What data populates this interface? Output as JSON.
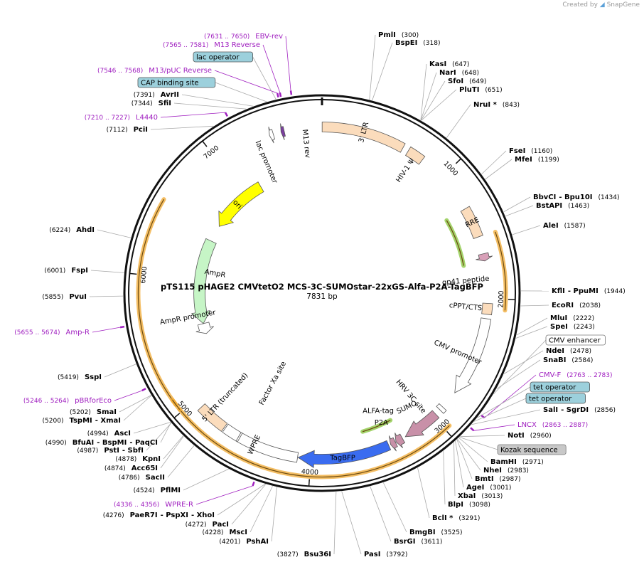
{
  "header": {
    "brand_text": "Created by",
    "brand_name": "SnapGene"
  },
  "plasmid": {
    "name": "pTS115 pHAGE2 CMVtetO2 MCS-3C-SUMOstar-22xGS-Alfa-P2A-TagBFP",
    "length_label": "7831 bp",
    "length": 7831
  },
  "ticks": [
    {
      "pos": 1000,
      "label": "1000"
    },
    {
      "pos": 2000,
      "label": "2000"
    },
    {
      "pos": 3000,
      "label": "3000"
    },
    {
      "pos": 4000,
      "label": "4000"
    },
    {
      "pos": 5000,
      "label": "5000"
    },
    {
      "pos": 6000,
      "label": "6000"
    },
    {
      "pos": 7000,
      "label": "7000"
    }
  ],
  "sites_right": [
    {
      "pos": 300,
      "names": [
        "PmlI"
      ],
      "pos_label": "(300)"
    },
    {
      "pos": 318,
      "names": [
        "BspEI"
      ],
      "pos_label": "(318)"
    },
    {
      "pos": 647,
      "names": [
        "KasI"
      ],
      "pos_label": "(647)"
    },
    {
      "pos": 648,
      "names": [
        "NarI"
      ],
      "pos_label": "(648)"
    },
    {
      "pos": 649,
      "names": [
        "SfoI"
      ],
      "pos_label": "(649)"
    },
    {
      "pos": 651,
      "names": [
        "PluTI"
      ],
      "pos_label": "(651)"
    },
    {
      "pos": 843,
      "names": [
        "NruI *"
      ],
      "pos_label": "(843)"
    },
    {
      "pos": 1160,
      "names": [
        "FseI"
      ],
      "pos_label": "(1160)"
    },
    {
      "pos": 1199,
      "names": [
        "MfeI"
      ],
      "pos_label": "(1199)"
    },
    {
      "pos": 1434,
      "names": [
        "BbvCI",
        "- Bpu10I"
      ],
      "pos_label": "(1434)"
    },
    {
      "pos": 1463,
      "names": [
        "BstAPI"
      ],
      "pos_label": "(1463)"
    },
    {
      "pos": 1587,
      "names": [
        "AleI"
      ],
      "pos_label": "(1587)"
    },
    {
      "pos": 1944,
      "names": [
        "KflI",
        "- PpuMI"
      ],
      "pos_label": "(1944)"
    },
    {
      "pos": 2038,
      "names": [
        "EcoRI"
      ],
      "pos_label": "(2038)"
    },
    {
      "pos": 2222,
      "names": [
        "MluI"
      ],
      "pos_label": "(2222)"
    },
    {
      "pos": 2243,
      "names": [
        "SpeI"
      ],
      "pos_label": "(2243)"
    },
    {
      "pos": 2478,
      "names": [
        "NdeI"
      ],
      "pos_label": "(2478)"
    },
    {
      "pos": 2584,
      "names": [
        "SnaBI"
      ],
      "pos_label": "(2584)"
    },
    {
      "pos": 2856,
      "names": [
        "SalI",
        "- SgrDI"
      ],
      "pos_label": "(2856)"
    },
    {
      "pos": 2960,
      "names": [
        "NotI"
      ],
      "pos_label": "(2960)"
    },
    {
      "pos": 2971,
      "names": [
        "BamHI"
      ],
      "pos_label": "(2971)"
    },
    {
      "pos": 2983,
      "names": [
        "NheI"
      ],
      "pos_label": "(2983)"
    },
    {
      "pos": 2987,
      "names": [
        "BmtI"
      ],
      "pos_label": "(2987)"
    },
    {
      "pos": 3001,
      "names": [
        "AgeI"
      ],
      "pos_label": "(3001)"
    },
    {
      "pos": 3013,
      "names": [
        "XbaI"
      ],
      "pos_label": "(3013)"
    },
    {
      "pos": 3098,
      "names": [
        "BlpI"
      ],
      "pos_label": "(3098)"
    },
    {
      "pos": 3291,
      "names": [
        "BclI *"
      ],
      "pos_label": "(3291)"
    },
    {
      "pos": 3525,
      "names": [
        "BmgBI"
      ],
      "pos_label": "(3525)"
    },
    {
      "pos": 3611,
      "names": [
        "BsrGI"
      ],
      "pos_label": "(3611)"
    },
    {
      "pos": 3792,
      "names": [
        "PasI"
      ],
      "pos_label": "(3792)"
    }
  ],
  "sites_left": [
    {
      "pos": 3827,
      "names": [
        "Bsu36I"
      ],
      "pos_label": "(3827)"
    },
    {
      "pos": 4201,
      "names": [
        "PshAI"
      ],
      "pos_label": "(4201)"
    },
    {
      "pos": 4228,
      "names": [
        "MscI"
      ],
      "pos_label": "(4228)"
    },
    {
      "pos": 4272,
      "names": [
        "PacI"
      ],
      "pos_label": "(4272)"
    },
    {
      "pos": 4276,
      "names": [
        "PaeR7I",
        "- PspXI",
        "- XhoI"
      ],
      "pos_label": "(4276)"
    },
    {
      "pos": 4524,
      "names": [
        "PflMI"
      ],
      "pos_label": "(4524)"
    },
    {
      "pos": 4786,
      "names": [
        "SacII"
      ],
      "pos_label": "(4786)"
    },
    {
      "pos": 4874,
      "names": [
        "Acc65I"
      ],
      "pos_label": "(4874)"
    },
    {
      "pos": 4878,
      "names": [
        "KpnI"
      ],
      "pos_label": "(4878)"
    },
    {
      "pos": 4987,
      "names": [
        "PstI",
        "- SbfI"
      ],
      "pos_label": "(4987)"
    },
    {
      "pos": 4990,
      "names": [
        "BfuAI",
        "- BspMI",
        "- PaqCI"
      ],
      "pos_label": "(4990)"
    },
    {
      "pos": 4994,
      "names": [
        "AscI"
      ],
      "pos_label": "(4994)"
    },
    {
      "pos": 5200,
      "names": [
        "TspMI",
        "- XmaI"
      ],
      "pos_label": "(5200)"
    },
    {
      "pos": 5202,
      "names": [
        "SmaI"
      ],
      "pos_label": "(5202)"
    },
    {
      "pos": 5419,
      "names": [
        "SspI"
      ],
      "pos_label": "(5419)"
    },
    {
      "pos": 5855,
      "names": [
        "PvuI"
      ],
      "pos_label": "(5855)"
    },
    {
      "pos": 6001,
      "names": [
        "FspI"
      ],
      "pos_label": "(6001)"
    },
    {
      "pos": 6224,
      "names": [
        "AhdI"
      ],
      "pos_label": "(6224)"
    },
    {
      "pos": 7112,
      "names": [
        "PciI"
      ],
      "pos_label": "(7112)"
    },
    {
      "pos": 7344,
      "names": [
        "SfiI"
      ],
      "pos_label": "(7344)"
    },
    {
      "pos": 7391,
      "names": [
        "AvrII"
      ],
      "pos_label": "(7391)"
    }
  ],
  "primers": [
    {
      "pos": 2773,
      "name": "CMV-F",
      "range": "(2763 .. 2783)",
      "side": "right"
    },
    {
      "pos": 2875,
      "name": "LNCX",
      "range": "(2863 .. 2887)",
      "side": "right"
    },
    {
      "pos": 4346,
      "name": "WPRE-R",
      "range": "(4336 .. 4356)",
      "side": "left"
    },
    {
      "pos": 5255,
      "name": "pBRforEco",
      "range": "(5246 .. 5264)",
      "side": "left"
    },
    {
      "pos": 5664,
      "name": "Amp-R",
      "range": "(5655 .. 5674)",
      "side": "left"
    },
    {
      "pos": 7218,
      "name": "L4440",
      "range": "(7210 .. 7227)",
      "side": "left"
    },
    {
      "pos": 7557,
      "name": "M13/pUC Reverse",
      "range": "(7546 .. 7568)",
      "side": "left"
    },
    {
      "pos": 7573,
      "name": "M13 Reverse",
      "range": "(7565 .. 7581)",
      "side": "left"
    },
    {
      "pos": 7640,
      "name": "EBV-rev",
      "range": "(7631 .. 7650)",
      "side": "left"
    }
  ],
  "boxed_labels": [
    {
      "pos": 2620,
      "text": "CMV enhancer",
      "style": "white"
    },
    {
      "pos": 2800,
      "text": "tet operator",
      "style": "blue"
    },
    {
      "pos": 2830,
      "text": "tet operator",
      "style": "blue"
    },
    {
      "pos": 2965,
      "text": "Kozak sequence",
      "style": "gray"
    },
    {
      "pos": 7540,
      "text": "lac operator",
      "style": "blue"
    },
    {
      "pos": 7480,
      "text": "CAP binding site",
      "style": "blue"
    }
  ],
  "features": [
    {
      "name": "3' LTR",
      "start": 1,
      "end": 634,
      "color": "#fbdcbc",
      "ring": 0.84,
      "dir": 0
    },
    {
      "name": "HIV-1 Ψ",
      "start": 680,
      "end": 805,
      "color": "#fbdcbc",
      "ring": 0.84,
      "dir": 0
    },
    {
      "name": "RRE",
      "start": 1295,
      "end": 1528,
      "color": "#fbdcbc",
      "ring": 0.84,
      "dir": 0
    },
    {
      "name": "gp41 peptide",
      "start": 1660,
      "end": 1715,
      "color": "#d8a0b8",
      "ring": 0.84,
      "dir": 1
    },
    {
      "name": "cPPT/CTS",
      "start": 2035,
      "end": 2117,
      "color": "#fbdcbc",
      "ring": 0.84,
      "dir": 0
    },
    {
      "name": "CMV promoter",
      "start": 2150,
      "end": 2760,
      "color": "#ffffff",
      "ring": 0.84,
      "dir": 1
    },
    {
      "name": "HRV 3C site",
      "start": 2900,
      "end": 2930,
      "color": "#ffffff",
      "ring": 0.84,
      "dir": 0
    },
    {
      "name": "SUMO",
      "start": 2975,
      "end": 3260,
      "color": "#c890a8",
      "ring": 0.84,
      "dir": 1
    },
    {
      "name": "P2A",
      "start": 3285,
      "end": 3340,
      "color": "#c890a8",
      "ring": 0.84,
      "dir": 1
    },
    {
      "name": "ALFA-tag",
      "start": 3345,
      "end": 3385,
      "color": "#c890a8",
      "ring": 0.84,
      "dir": 1
    },
    {
      "name": "TagBFP",
      "start": 3400,
      "end": 4096,
      "color": "#3a6cf0",
      "ring": 0.84,
      "dir": 1
    },
    {
      "name": "WPRE",
      "start": 4100,
      "end": 4690,
      "color": "#ffffff",
      "ring": 0.84,
      "dir": 0
    },
    {
      "name": "5' LTR (truncated)",
      "start": 4700,
      "end": 4930,
      "color": "#fbdcbc",
      "ring": 0.84,
      "dir": 0
    },
    {
      "name": "Factor Xa site",
      "start": 4560,
      "end": 4572,
      "color": "#ffffff",
      "ring": 0.84,
      "dir": 0
    },
    {
      "name": "AmpR promoter",
      "start": 5455,
      "end": 5560,
      "color": "#ffffff",
      "ring": 0.62,
      "dir": -1
    },
    {
      "name": "AmpR",
      "start": 5560,
      "end": 6420,
      "color": "#c6f5c6",
      "ring": 0.62,
      "dir": -1
    },
    {
      "name": "ori",
      "start": 6590,
      "end": 7180,
      "color": "#ffff00",
      "ring": 0.62,
      "dir": -1
    },
    {
      "name": "lac promoter",
      "start": 7430,
      "end": 7460,
      "color": "#ffffff",
      "ring": 0.84,
      "dir": -1
    },
    {
      "name": "M13 rev",
      "start": 7520,
      "end": 7545,
      "color": "#7b3fa0",
      "ring": 0.84,
      "dir": -1
    }
  ],
  "orfs": [
    {
      "start": 1300,
      "end": 1720,
      "color": "#84c43a",
      "ring": 0.73
    },
    {
      "start": 3300,
      "end": 3560,
      "color": "#84c43a",
      "ring": 0.73
    },
    {
      "start": 1535,
      "end": 2075,
      "color": "#f0a830",
      "ring": 0.93
    },
    {
      "start": 2960,
      "end": 5020,
      "color": "#f0a830",
      "ring": 0.93
    },
    {
      "start": 5060,
      "end": 6540,
      "color": "#f0a830",
      "ring": 0.93
    },
    {
      "start": 5020,
      "end": 5100,
      "color": "#f0a830",
      "ring": 0.93
    }
  ],
  "feature_labels": {
    "ltr3": "3' LTR",
    "hiv": "HIV-1 Ψ",
    "rre": "RRE",
    "gp41": "gp41 peptide",
    "cppt": "cPPT/CTS",
    "cmv": "CMV promoter",
    "hrv": "HRV 3C site",
    "sumo": "SUMO",
    "alfa": "ALFA-tag",
    "p2a": "P2A",
    "tagbfp": "TagBFP",
    "wpre": "WPRE",
    "ltr5": "5' LTR (truncated)",
    "factorxa": "Factor Xa site",
    "ampr": "AmpR",
    "amprprom": "AmpR promoter",
    "ori": "ori",
    "lacprom": "lac promoter",
    "m13rev": "M13 rev"
  }
}
